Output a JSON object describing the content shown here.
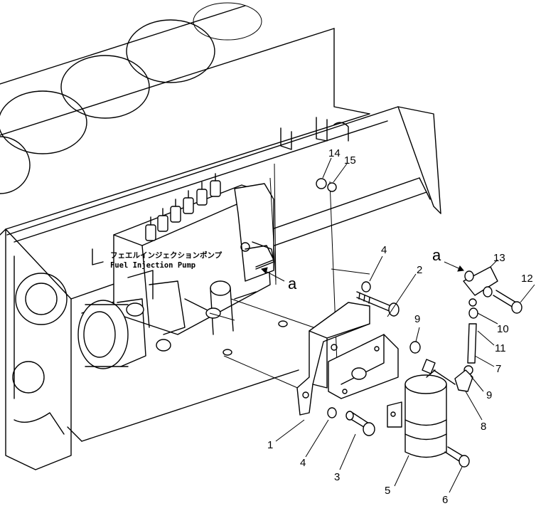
{
  "pump_label": {
    "japanese": "フェエルインジェクションポンプ",
    "english": "Fuel Injection Pump"
  },
  "reference_marks": [
    "a",
    "a"
  ],
  "callouts": [
    "1",
    "2",
    "3",
    "4",
    "4",
    "5",
    "6",
    "7",
    "8",
    "9",
    "9",
    "10",
    "11",
    "12",
    "13",
    "14",
    "15"
  ]
}
